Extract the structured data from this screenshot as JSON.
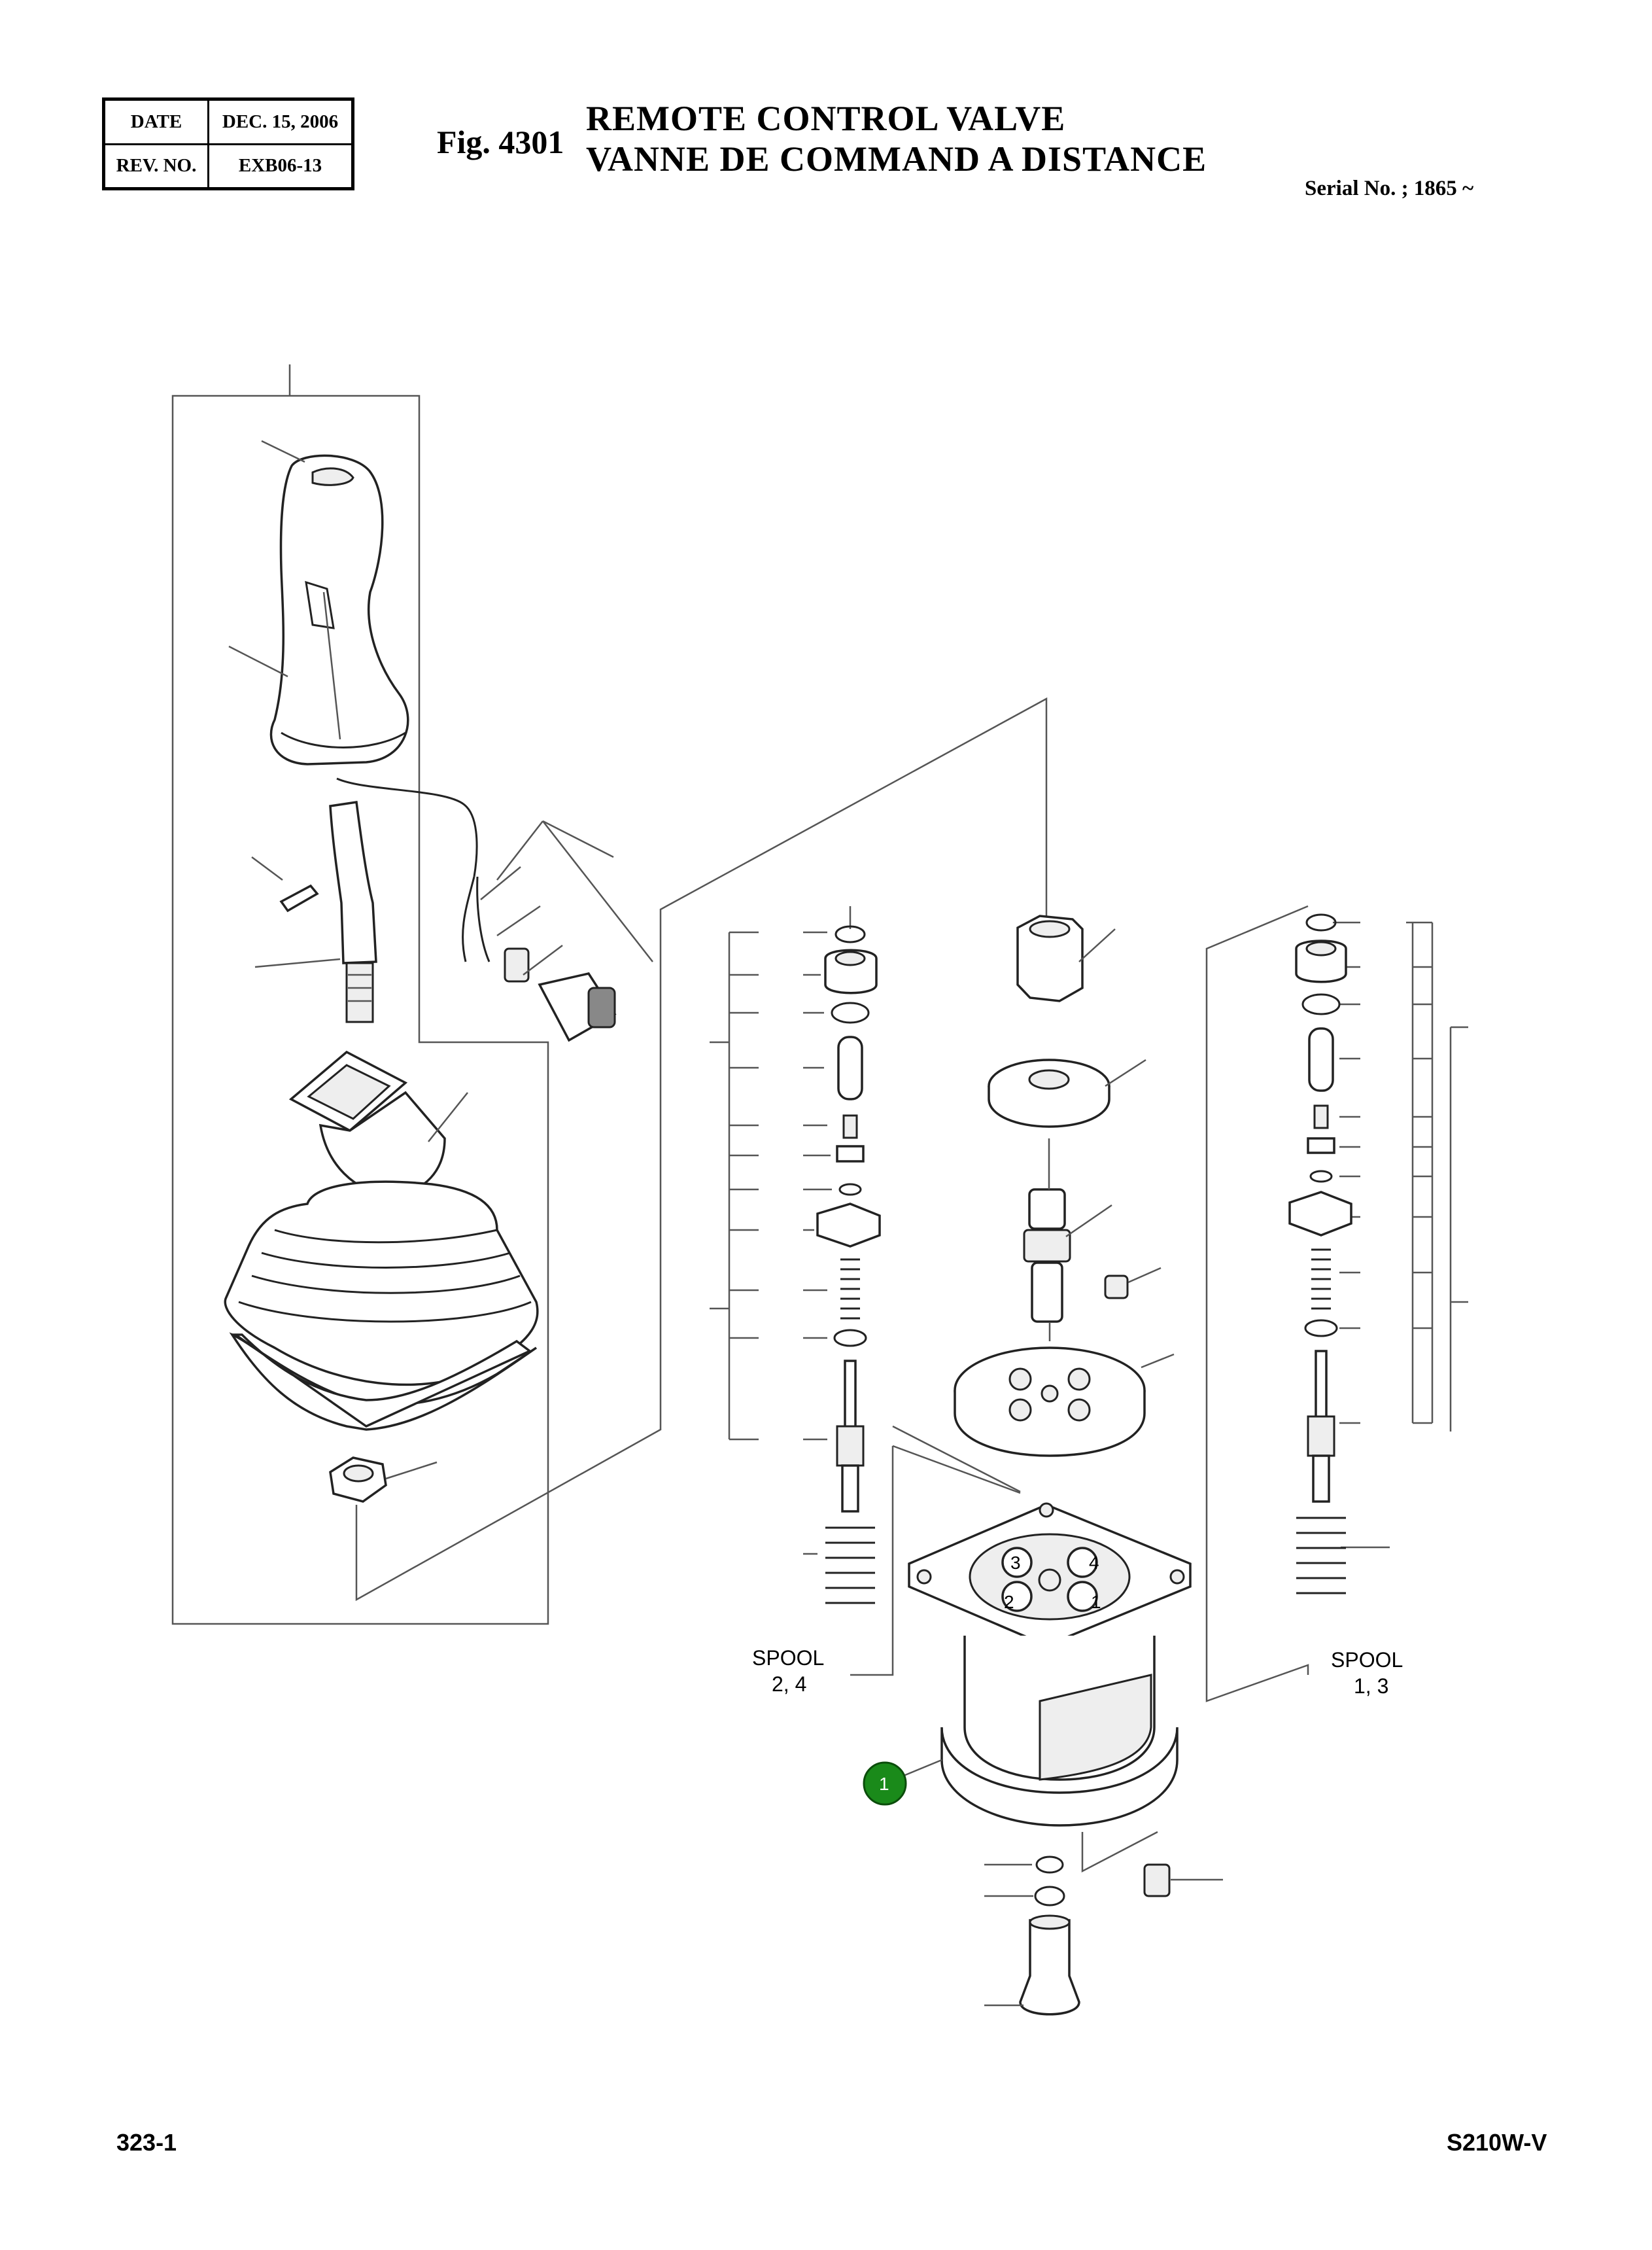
{
  "header": {
    "date_label": "DATE",
    "date_value": "DEC. 15, 2006",
    "rev_label": "REV. NO.",
    "rev_value": "EXB06-13"
  },
  "figure": {
    "number": "Fig. 4301",
    "title_en": "REMOTE CONTROL VALVE",
    "title_fr": "VANNE DE COMMAND A DISTANCE",
    "serial": "Serial No. ; 1865 ~"
  },
  "labels": {
    "spool_left_1": "SPOOL",
    "spool_left_2": "2, 4",
    "spool_right_1": "SPOOL",
    "spool_right_2": "1, 3",
    "port_1": "1",
    "port_2": "2",
    "port_3": "3",
    "port_4": "4",
    "callout_1": "1"
  },
  "colors": {
    "callout_fill": "#1a8a1a",
    "callout_stroke": "#0b4d0b"
  },
  "footer": {
    "page": "323-1",
    "model": "S210W-V"
  }
}
